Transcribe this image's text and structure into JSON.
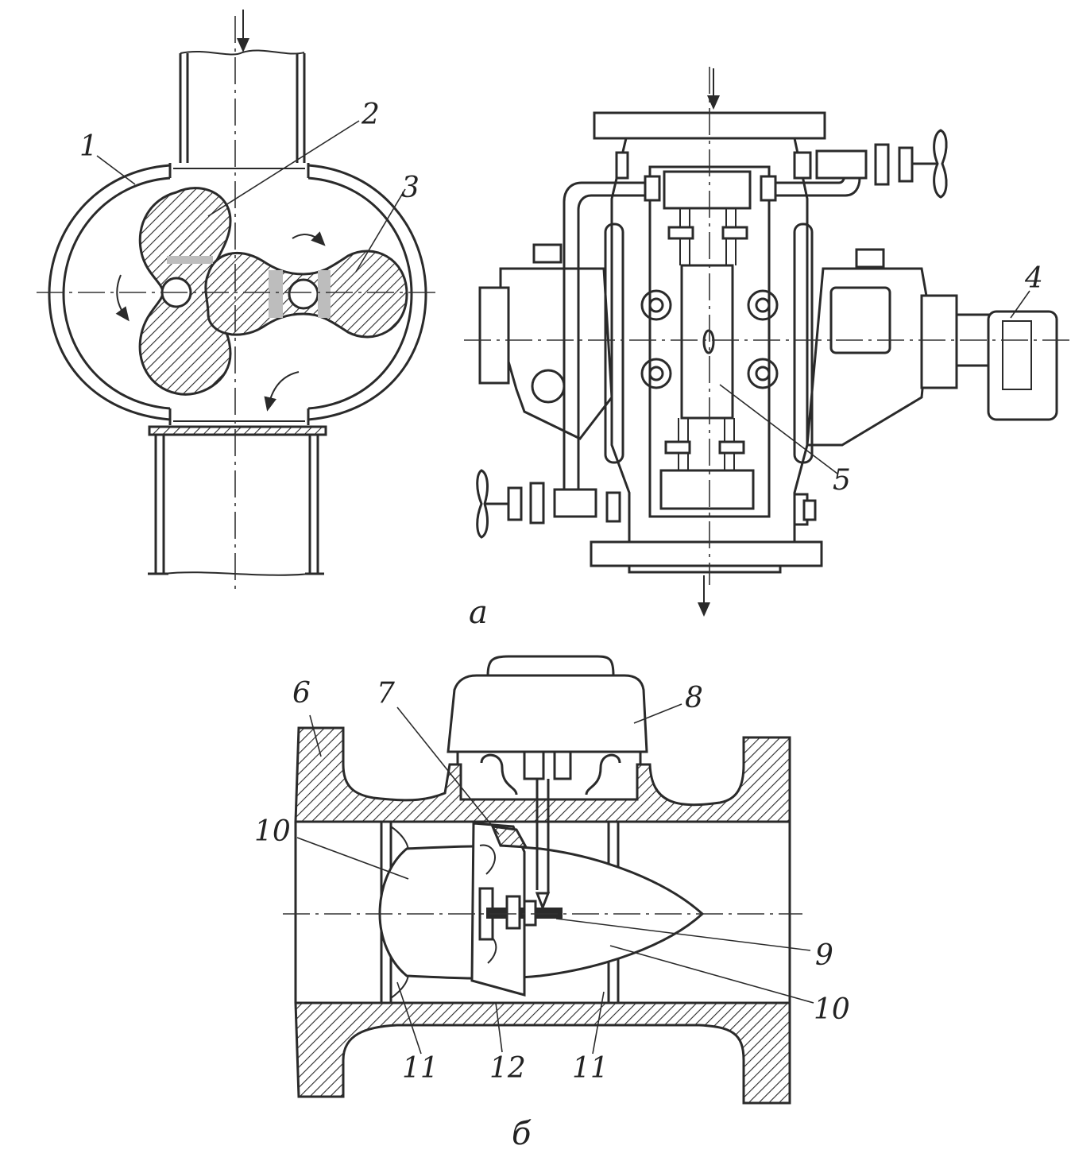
{
  "diagram": {
    "sub_a": {
      "caption": "а",
      "labels": {
        "l1": "1",
        "l2": "2",
        "l3": "3",
        "l4": "4",
        "l5": "5"
      }
    },
    "sub_b": {
      "caption": "б",
      "labels": {
        "l6": "6",
        "l7": "7",
        "l8": "8",
        "l9": "9",
        "l10a": "10",
        "l10b": "10",
        "l11a": "11",
        "l11b": "11",
        "l12": "12"
      }
    }
  }
}
